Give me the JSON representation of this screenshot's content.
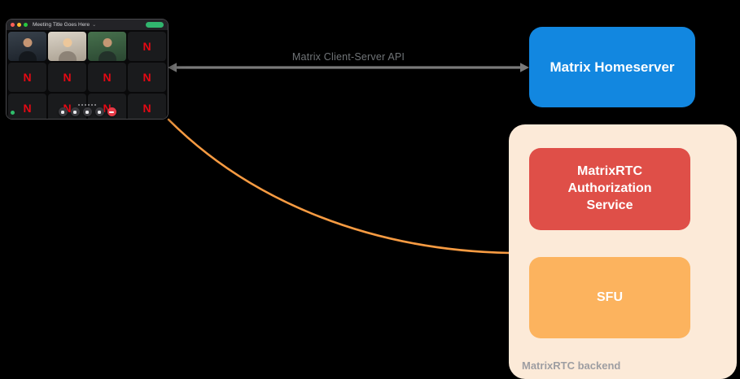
{
  "canvas": {
    "background": "#000000"
  },
  "call_window": {
    "title": "Meeting Title Goes Here",
    "logo_letter": "N",
    "tiles": [
      "person-1",
      "person-2",
      "person-3",
      "n",
      "n",
      "n",
      "n",
      "n",
      "n",
      "n",
      "n",
      "n"
    ],
    "pagination_dots": 6,
    "controls": [
      {
        "name": "mic-button",
        "style": "default"
      },
      {
        "name": "camera-button",
        "style": "default"
      },
      {
        "name": "screenshare-button",
        "style": "default"
      },
      {
        "name": "more-options-button",
        "style": "default"
      },
      {
        "name": "leave-call-button",
        "style": "danger"
      }
    ]
  },
  "arrow": {
    "label": "Matrix Client-Server API",
    "color": "#7a7a7a",
    "label_color": "#707477"
  },
  "curve": {
    "color": "#f79b42"
  },
  "homeserver": {
    "label": "Matrix Homeserver",
    "bg": "#1287e0",
    "text_color": "#ffffff"
  },
  "backend": {
    "label": "MatrixRTC backend",
    "bg": "#fcead8",
    "label_color": "#9e9ea2",
    "auth": {
      "label": "MatrixRTC Authorization Service",
      "bg": "#df4f48",
      "text_color": "#ffffff"
    },
    "sfu": {
      "label": "SFU",
      "bg": "#fcb35e",
      "text_color": "#ffffff"
    }
  }
}
